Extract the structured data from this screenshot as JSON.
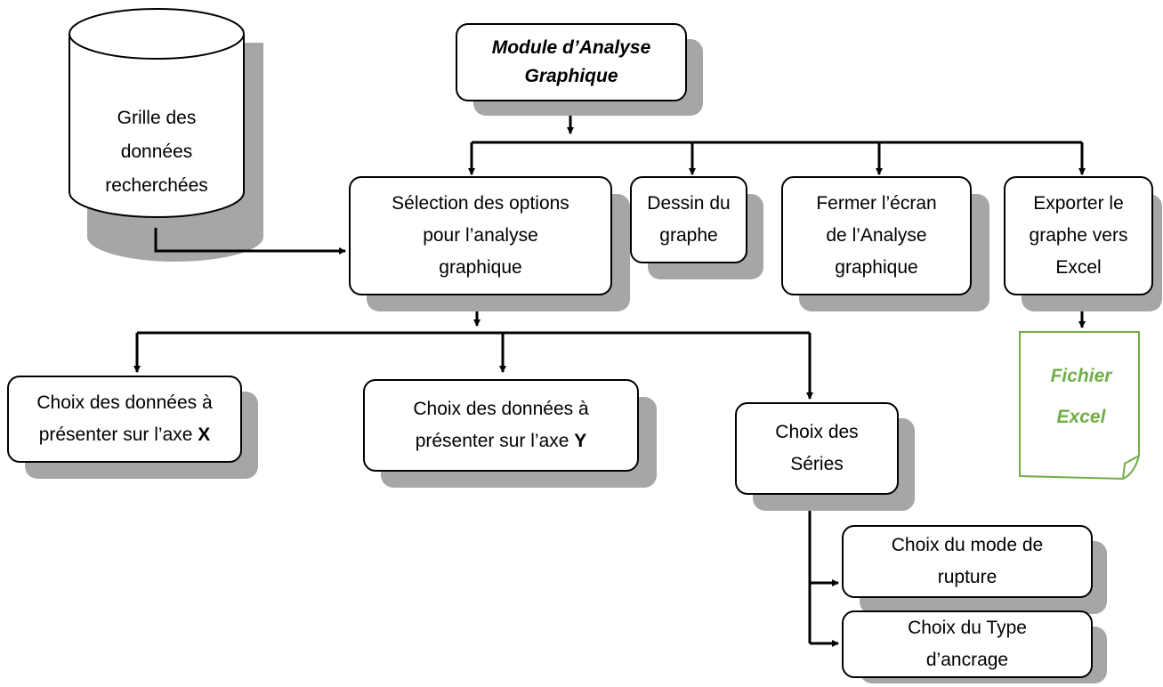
{
  "colors": {
    "line": "#000000",
    "shadow": "#a6a6a6",
    "file": "#70ad47"
  },
  "database": {
    "label": "Grille des\ndonnées\nrecherchées"
  },
  "module": {
    "label": "Module d’Analyse\nGraphique"
  },
  "selection": {
    "label": "Sélection des options\npour l’analyse\ngraphique"
  },
  "dessin": {
    "label": "Dessin du\ngraphe"
  },
  "fermer": {
    "label": "Fermer l’écran\nde l’Analyse\ngraphique"
  },
  "exporter": {
    "label": "Exporter le\ngraphe vers\nExcel"
  },
  "axe_x": {
    "label": "Choix des données à\nprésenter sur l’axe ",
    "axis": "X"
  },
  "axe_y": {
    "label": "Choix des données à\nprésenter sur l’axe ",
    "axis": "Y"
  },
  "series": {
    "label": "Choix des\nSéries"
  },
  "rupture": {
    "label": "Choix du mode de\nrupture"
  },
  "ancrage": {
    "label": "Choix du Type\nd’ancrage"
  },
  "fichier": {
    "label": "Fichier\nExcel"
  }
}
